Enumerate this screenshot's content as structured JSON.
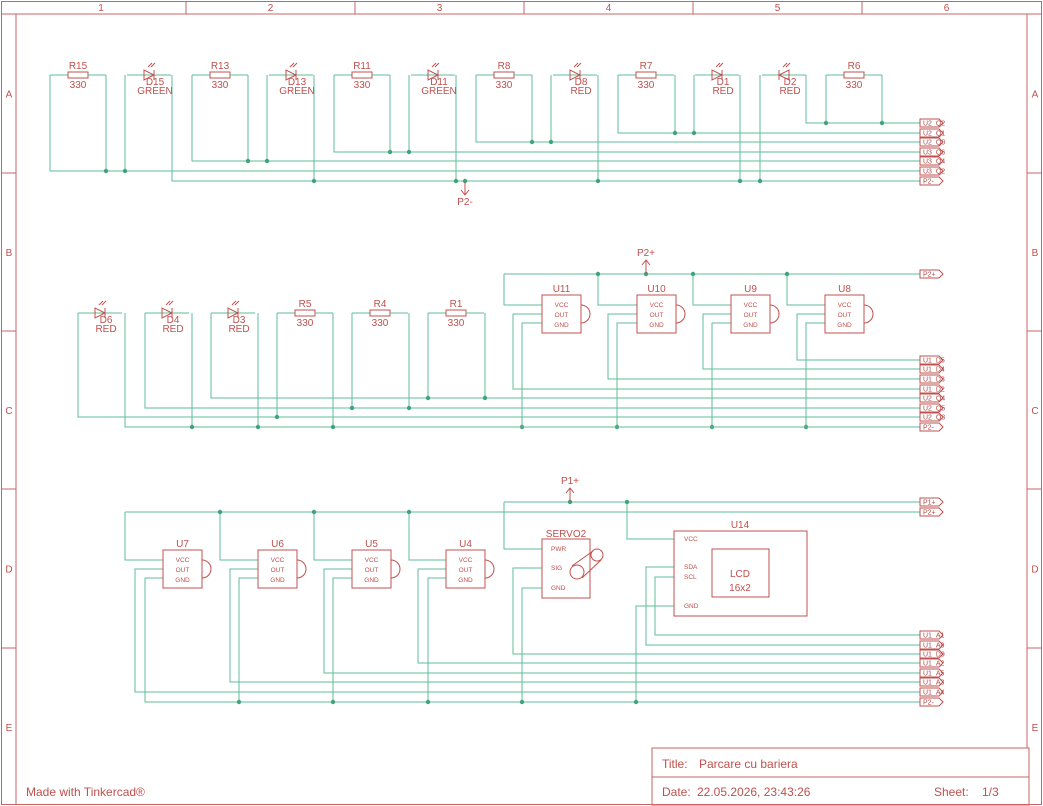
{
  "frame": {
    "columns": [
      "1",
      "2",
      "3",
      "4",
      "5",
      "6"
    ],
    "rows": [
      "A",
      "B",
      "C",
      "D",
      "E"
    ]
  },
  "resistor_value": "330",
  "row_a": {
    "items": [
      {
        "ref": "R15",
        "type": "resistor"
      },
      {
        "ref": "D15",
        "type": "led",
        "color": "GREEN"
      },
      {
        "ref": "R13",
        "type": "resistor"
      },
      {
        "ref": "D13",
        "type": "led",
        "color": "GREEN"
      },
      {
        "ref": "R11",
        "type": "resistor"
      },
      {
        "ref": "D11",
        "type": "led",
        "color": "GREEN"
      },
      {
        "ref": "R8",
        "type": "resistor"
      },
      {
        "ref": "D8",
        "type": "led",
        "color": "RED"
      },
      {
        "ref": "R7",
        "type": "resistor"
      },
      {
        "ref": "D1",
        "type": "led",
        "color": "RED"
      },
      {
        "ref": "D2",
        "type": "led",
        "color": "RED"
      },
      {
        "ref": "R6",
        "type": "resistor"
      }
    ],
    "nets": [
      "U2_Q2",
      "U2_Q1",
      "U2_Q0",
      "U3_Q6",
      "U3_Q4",
      "U3_Q2",
      "P2-"
    ],
    "gnd_label": "P2-"
  },
  "row_b": {
    "leds": [
      {
        "ref": "D6",
        "color": "RED"
      },
      {
        "ref": "D4",
        "color": "RED"
      },
      {
        "ref": "D3",
        "color": "RED"
      }
    ],
    "resistors": [
      "R5",
      "R4",
      "R1"
    ],
    "sensors": [
      "U11",
      "U10",
      "U9",
      "U8"
    ],
    "nets_top": [
      "P2+"
    ],
    "nets": [
      "U1_D5",
      "U1_D4",
      "U1_D3",
      "U1_D2",
      "U2_Q4",
      "U2_Q5",
      "U2_Q3",
      "P2-"
    ],
    "power_label": "P2+"
  },
  "row_d": {
    "sensors": [
      "U7",
      "U6",
      "U5",
      "U4"
    ],
    "servo": {
      "ref": "SERVO2",
      "pins": [
        "PWR",
        "SIG",
        "GND"
      ]
    },
    "lcd": {
      "ref": "U14",
      "pins": [
        "VCC",
        "SDA",
        "SCL",
        "GND"
      ],
      "text_line1": "LCD",
      "text_line2": "16x2"
    },
    "nets_top": [
      "P1+",
      "P2+"
    ],
    "nets": [
      "U1_A1",
      "U1_A0",
      "U1_D9",
      "U1_A2",
      "U1_A5",
      "U1_A3",
      "U1_A4",
      "P2-"
    ],
    "power_label": "P1+"
  },
  "sensor_pins": [
    "VCC",
    "OUT",
    "GND"
  ],
  "title_block": {
    "title_label": "Title:",
    "title": "Parcare cu bariera",
    "date_label": "Date:",
    "date": "22.05.2026, 23:43:26",
    "sheet_label": "Sheet:",
    "sheet": "1/3"
  },
  "made_with": "Made with Tinkercad®",
  "colors": {
    "frame": "#c86464",
    "wire": "#5fbf9a",
    "part": "#c0504d"
  }
}
